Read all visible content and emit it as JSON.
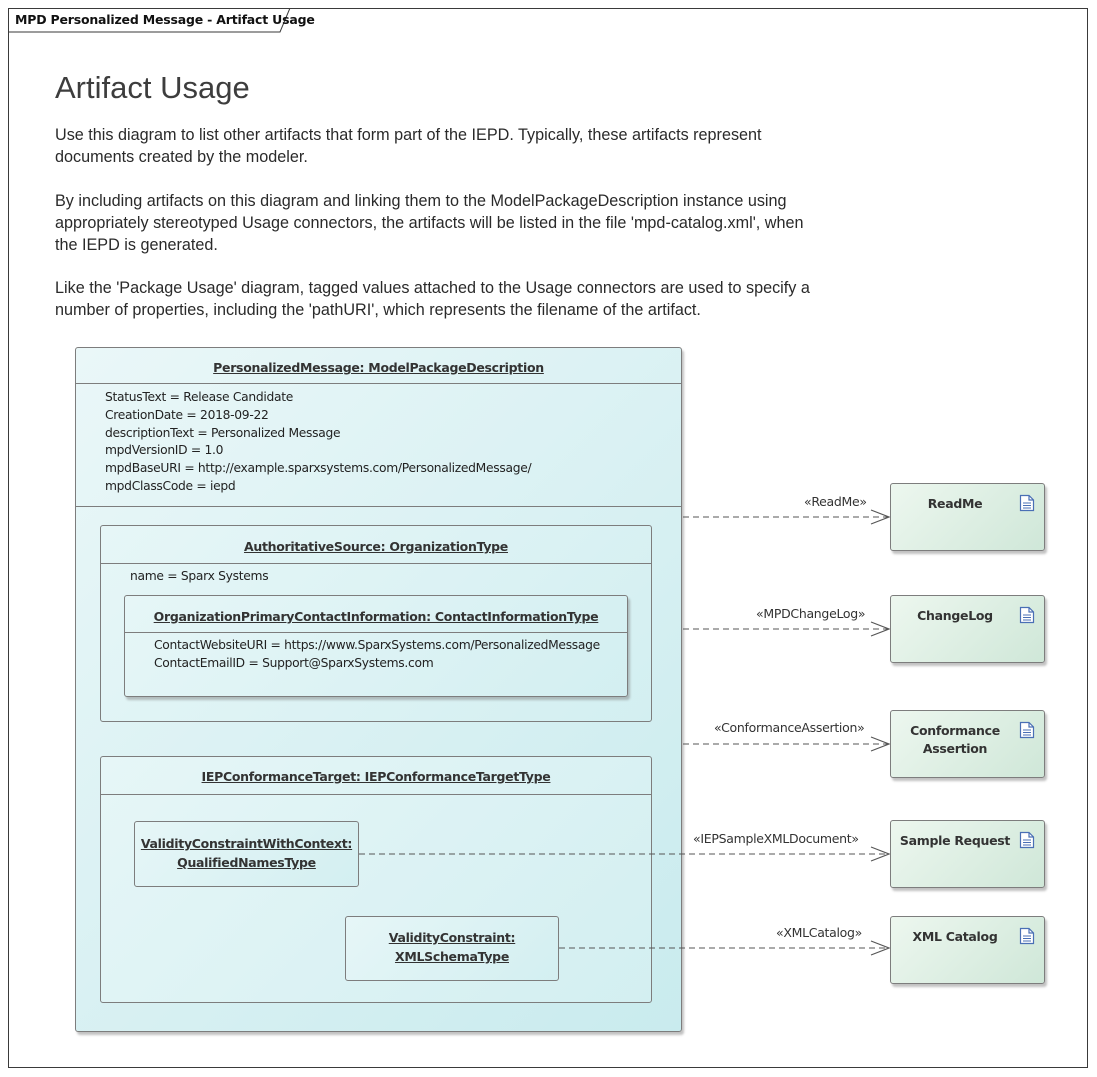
{
  "frame": {
    "title": "MPD Personalized Message - Artifact Usage"
  },
  "note": {
    "title": "Artifact Usage",
    "p1": "Use this diagram to list other artifacts that form part of the IEPD.  Typically, these artifacts represent\ndocuments created by the modeler.",
    "p2": "By including artifacts on this diagram and linking them to the ModelPackageDescription instance using\nappropriately stereotyped Usage connectors, the artifacts will be listed in the file 'mpd-catalog.xml', when\nthe IEPD is generated.",
    "p3": "Like the 'Package Usage' diagram, tagged values attached to the Usage connectors are used to specify a\nnumber of properties, including the 'pathURI', which represents the filename of the artifact."
  },
  "mpd": {
    "title": "PersonalizedMessage: ModelPackageDescription",
    "attrs": [
      "StatusText = Release Candidate",
      "CreationDate = 2018-09-22",
      "descriptionText = Personalized Message",
      "mpdVersionID = 1.0",
      "mpdBaseURI = http://example.sparxsystems.com/PersonalizedMessage/",
      "mpdClassCode = iepd"
    ]
  },
  "authSource": {
    "title": "AuthoritativeSource: OrganizationType",
    "attr": "name = Sparx Systems"
  },
  "contact": {
    "title": "OrganizationPrimaryContactInformation: ContactInformationType",
    "attrs": [
      "ContactWebsiteURI = https://www.SparxSystems.com/PersonalizedMessage",
      "ContactEmailID = Support@SparxSystems.com"
    ]
  },
  "conformance": {
    "title": "IEPConformanceTarget: IEPConformanceTargetType"
  },
  "validityContext": {
    "line1": "ValidityConstraintWithContext:",
    "line2": "QualifiedNamesType"
  },
  "validity": {
    "line1": "ValidityConstraint:",
    "line2": "XMLSchemaType"
  },
  "artifacts": [
    {
      "line1": "ReadMe",
      "line2": ""
    },
    {
      "line1": "ChangeLog",
      "line2": ""
    },
    {
      "line1": "Conformance",
      "line2": "Assertion"
    },
    {
      "line1": "Sample Request",
      "line2": ""
    },
    {
      "line1": "XML Catalog",
      "line2": ""
    }
  ],
  "connectors": [
    {
      "stereotype": "«ReadMe»"
    },
    {
      "stereotype": "«MPDChangeLog»"
    },
    {
      "stereotype": "«ConformanceAssertion»"
    },
    {
      "stereotype": "«IEPSampleXMLDocument»"
    },
    {
      "stereotype": "«XMLCatalog»"
    }
  ],
  "colors": {
    "instance_fill": "#c9ebee",
    "artifact_fill": "#cfe7d8",
    "border": "#7d7d7d",
    "icon": "#4a6fb5"
  },
  "icons": {
    "artifact": "document-icon"
  }
}
